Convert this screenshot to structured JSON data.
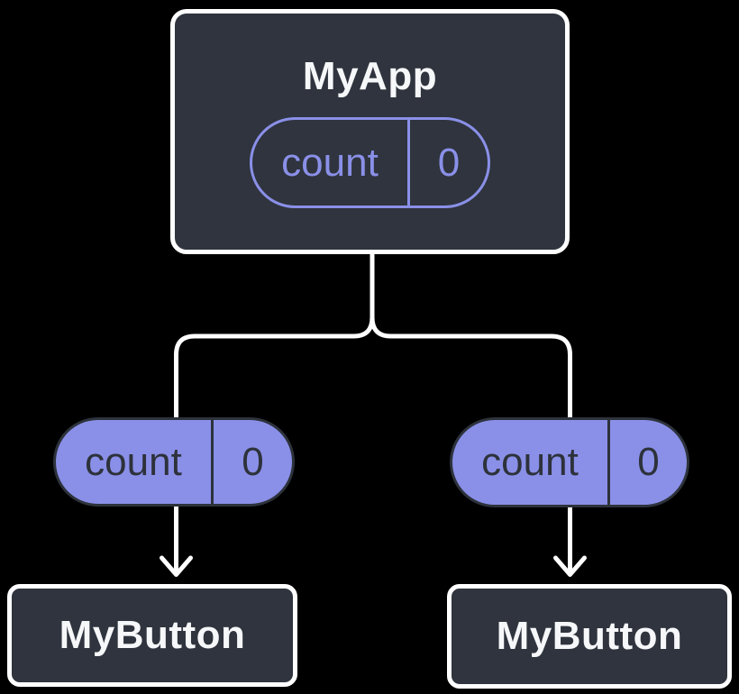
{
  "diagram": {
    "description": "React component tree diagram showing state lifted to a parent and passed down as props",
    "root_node": {
      "title": "MyApp",
      "state_pill": {
        "name": "count",
        "value": "0"
      }
    },
    "left_prop_pill": {
      "name": "count",
      "value": "0"
    },
    "right_prop_pill": {
      "name": "count",
      "value": "0"
    },
    "left_child_node": {
      "title": "MyButton"
    },
    "right_child_node": {
      "title": "MyButton"
    },
    "colors": {
      "background": "#000000",
      "node_bg": "#2F343E",
      "node_border": "#FFFFFF",
      "accent": "#8A90E8",
      "connector": "#FFFFFF",
      "dark_outline": "#2D323B",
      "light_text": "#F6F7F9"
    }
  }
}
